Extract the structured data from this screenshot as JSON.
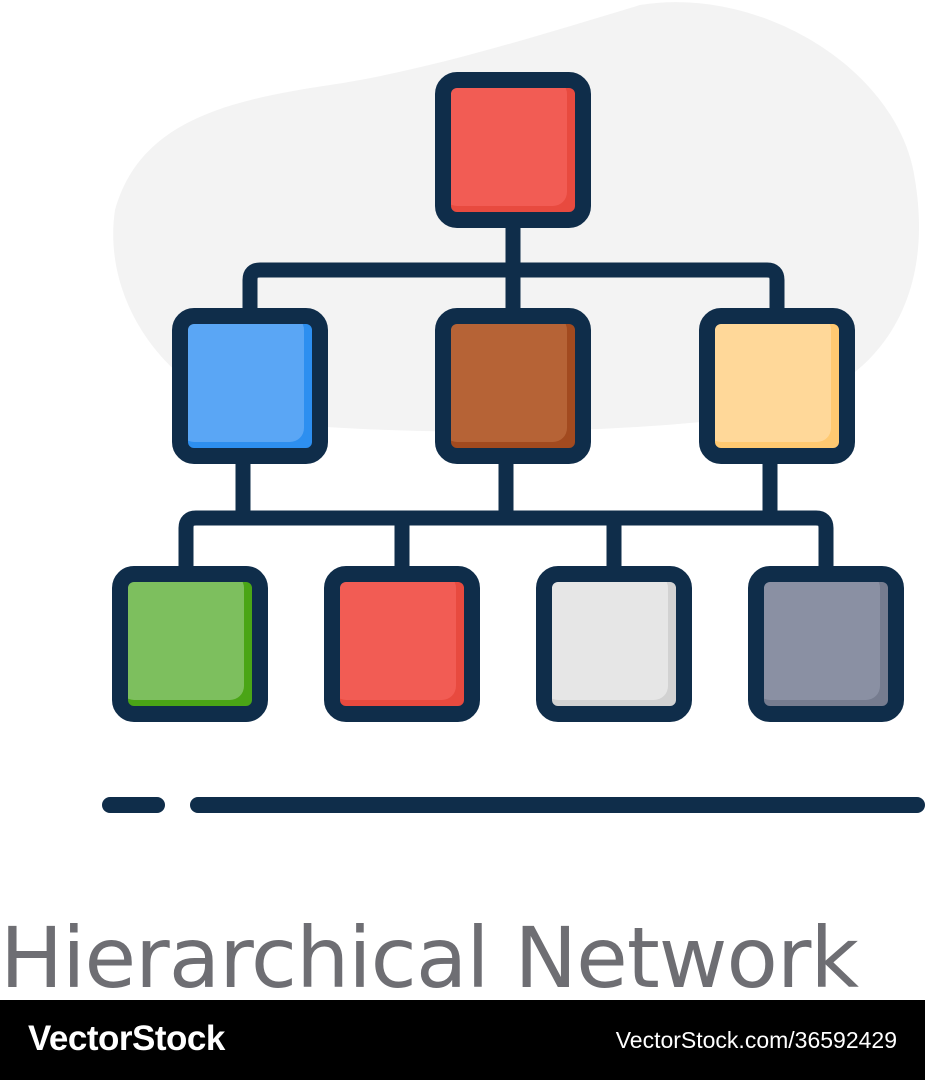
{
  "caption": "Hierarchical Network",
  "footer": {
    "brand": "VectorStock",
    "image_id": "VectorStock.com/36592429",
    "background": "#000000"
  },
  "diagram": {
    "outline_color": "#0f2d4a",
    "backdrop_color": "#f3f3f3",
    "levels": [
      {
        "level": 1,
        "nodes": [
          {
            "id": "root",
            "fill": "#f25c54",
            "shade": "#e84a3f"
          }
        ]
      },
      {
        "level": 2,
        "nodes": [
          {
            "id": "mid-left",
            "fill": "#5aa6f5",
            "shade": "#2d8ff0"
          },
          {
            "id": "mid-center",
            "fill": "#b66336",
            "shade": "#a24a1f"
          },
          {
            "id": "mid-right",
            "fill": "#ffd899",
            "shade": "#ffc971"
          }
        ]
      },
      {
        "level": 3,
        "nodes": [
          {
            "id": "leaf-1",
            "fill": "#7dbf5e",
            "shade": "#4aa516"
          },
          {
            "id": "leaf-2",
            "fill": "#f25c54",
            "shade": "#e84a3f"
          },
          {
            "id": "leaf-3",
            "fill": "#e6e6e6",
            "shade": "#d2d2d2"
          },
          {
            "id": "leaf-4",
            "fill": "#8a90a3",
            "shade": "#767c8f"
          }
        ]
      }
    ]
  }
}
